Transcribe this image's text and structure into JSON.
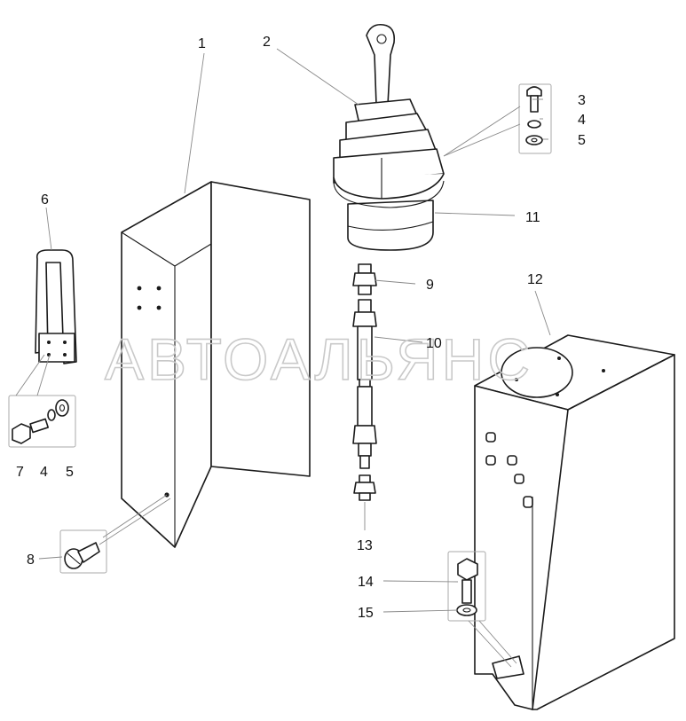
{
  "watermark": "АВТОАЛЬЯНС",
  "callouts": {
    "c1": "1",
    "c2": "2",
    "c3": "3",
    "c4a": "4",
    "c5a": "5",
    "c6": "6",
    "c7": "7",
    "c4b": "4",
    "c5b": "5",
    "c8": "8",
    "c9": "9",
    "c10": "10",
    "c11": "11",
    "c12": "12",
    "c13": "13",
    "c14": "14",
    "c15": "15"
  },
  "colors": {
    "line": "#1a1a1a",
    "leader": "#888888",
    "watermark": "#c9c9c9"
  }
}
